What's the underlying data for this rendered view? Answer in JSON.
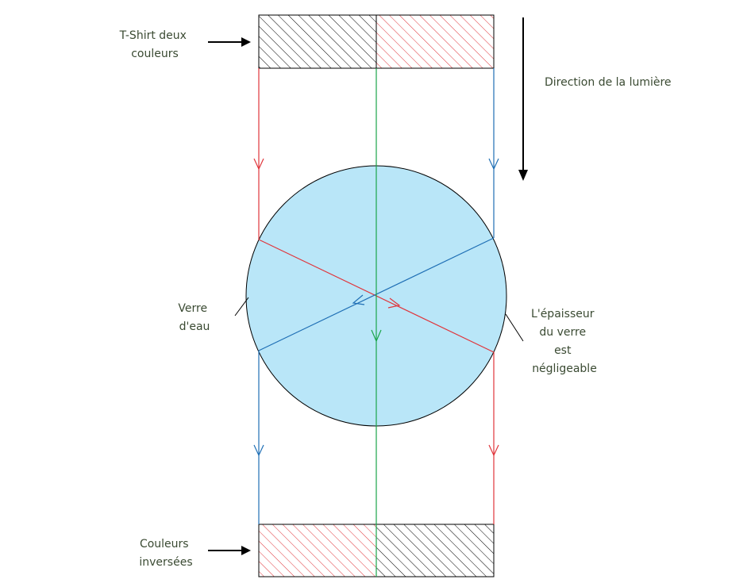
{
  "labels": {
    "tshirt": [
      "T-Shirt deux",
      "couleurs"
    ],
    "direction": "Direction de la lumière",
    "glass": [
      "Verre",
      "d'eau"
    ],
    "thickness": [
      "L'épaisseur",
      "du verre",
      "est",
      "négligeable"
    ],
    "inverted": [
      "Couleurs",
      "inversées"
    ]
  },
  "colors": {
    "black_stripe": "#000000",
    "red_stripe": "#e0353b",
    "red_ray": "#e0353b",
    "blue_ray": "#1f6fb5",
    "green_ray": "#1aa54a",
    "glass_fill": "#b9e6f8",
    "label_text": "#3a4a32"
  },
  "icons": {
    "tshirt_pointer": "arrow-right-icon",
    "inverted_pointer": "arrow-right-icon",
    "light_direction": "arrow-down-icon"
  }
}
